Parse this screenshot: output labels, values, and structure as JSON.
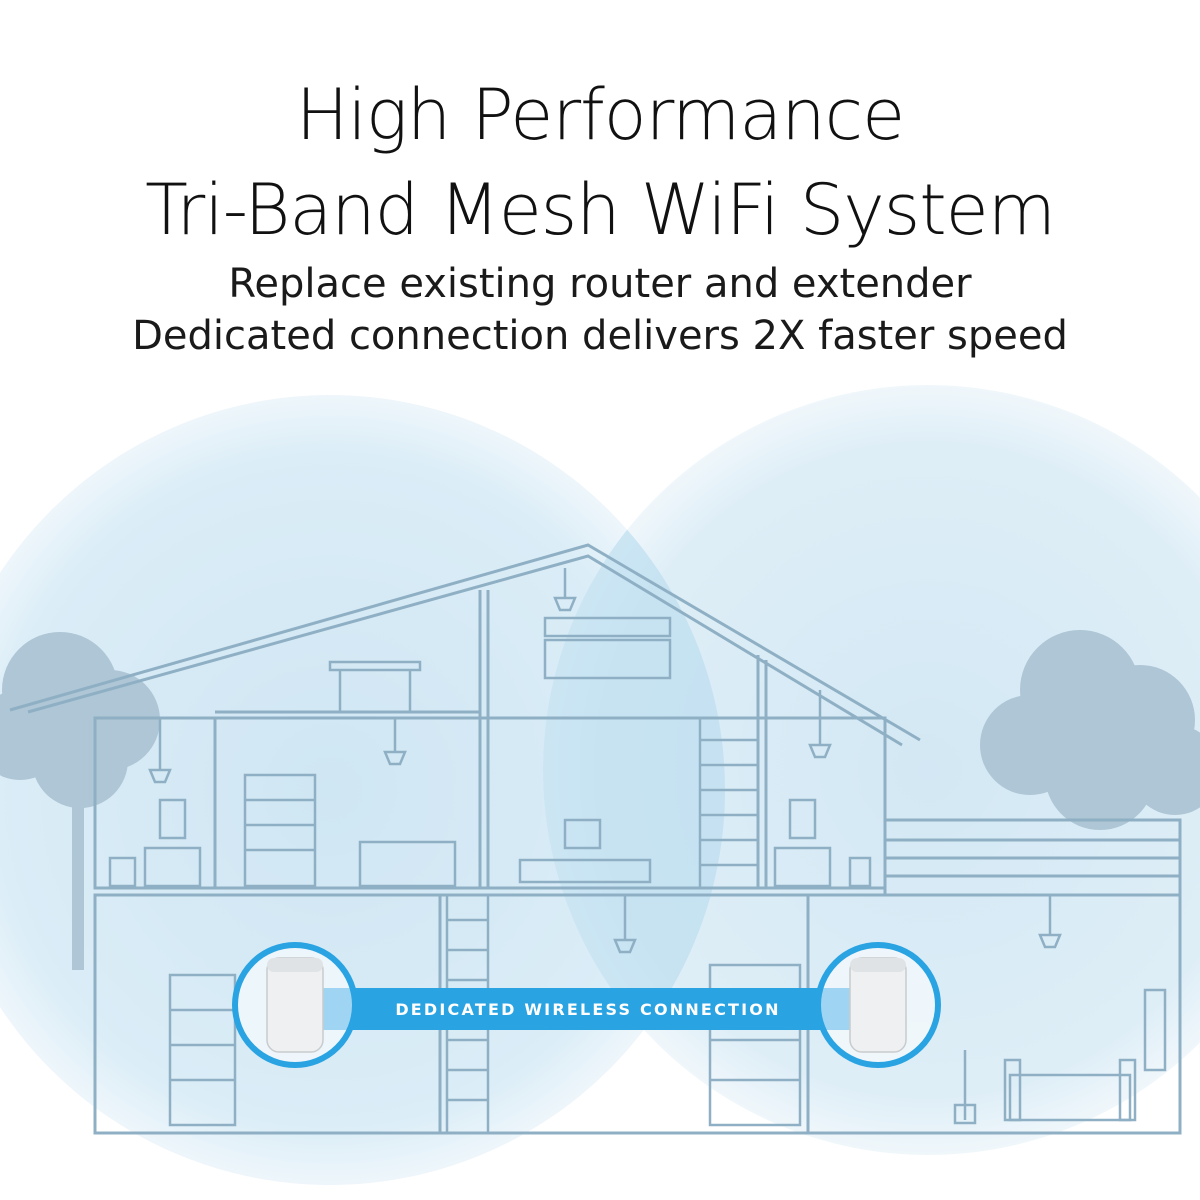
{
  "headline": {
    "line1": "High Performance",
    "line2": "Tri-Band Mesh WiFi System"
  },
  "subheadline": {
    "line1": "Replace existing router and extender",
    "line2": "Dedicated connection delivers 2X faster speed"
  },
  "connection_label": "DEDICATED WIRELESS CONNECTION",
  "colors": {
    "coverage": "#d9ecf6",
    "coverage_overlap": "#b8dcef",
    "house_line": "#93b5c9",
    "banner": "#2aa3e2",
    "tree": "#a9c3d3"
  },
  "icons": {
    "router_left": "mesh-router-icon",
    "router_right": "mesh-satellite-icon"
  }
}
